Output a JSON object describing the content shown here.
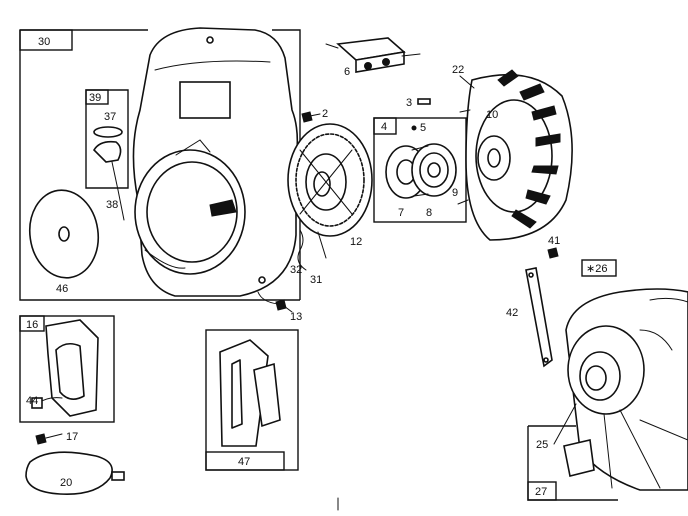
{
  "callouts": {
    "c30": "30",
    "c6": "6",
    "c22": "22",
    "c39": "39",
    "c37": "37",
    "c2": "2",
    "c3": "3",
    "c10": "10",
    "c4": "4",
    "c5": "5",
    "c9": "9",
    "c7": "7",
    "c8": "8",
    "c38": "38",
    "c12": "12",
    "c32": "32",
    "c31": "31",
    "c46": "46",
    "c13": "13",
    "c41": "41",
    "c26": "∗26",
    "c42": "42",
    "c16": "16",
    "c44": "44",
    "c17": "17",
    "c20": "20",
    "c47": "47",
    "c25": "25",
    "c27": "27"
  }
}
